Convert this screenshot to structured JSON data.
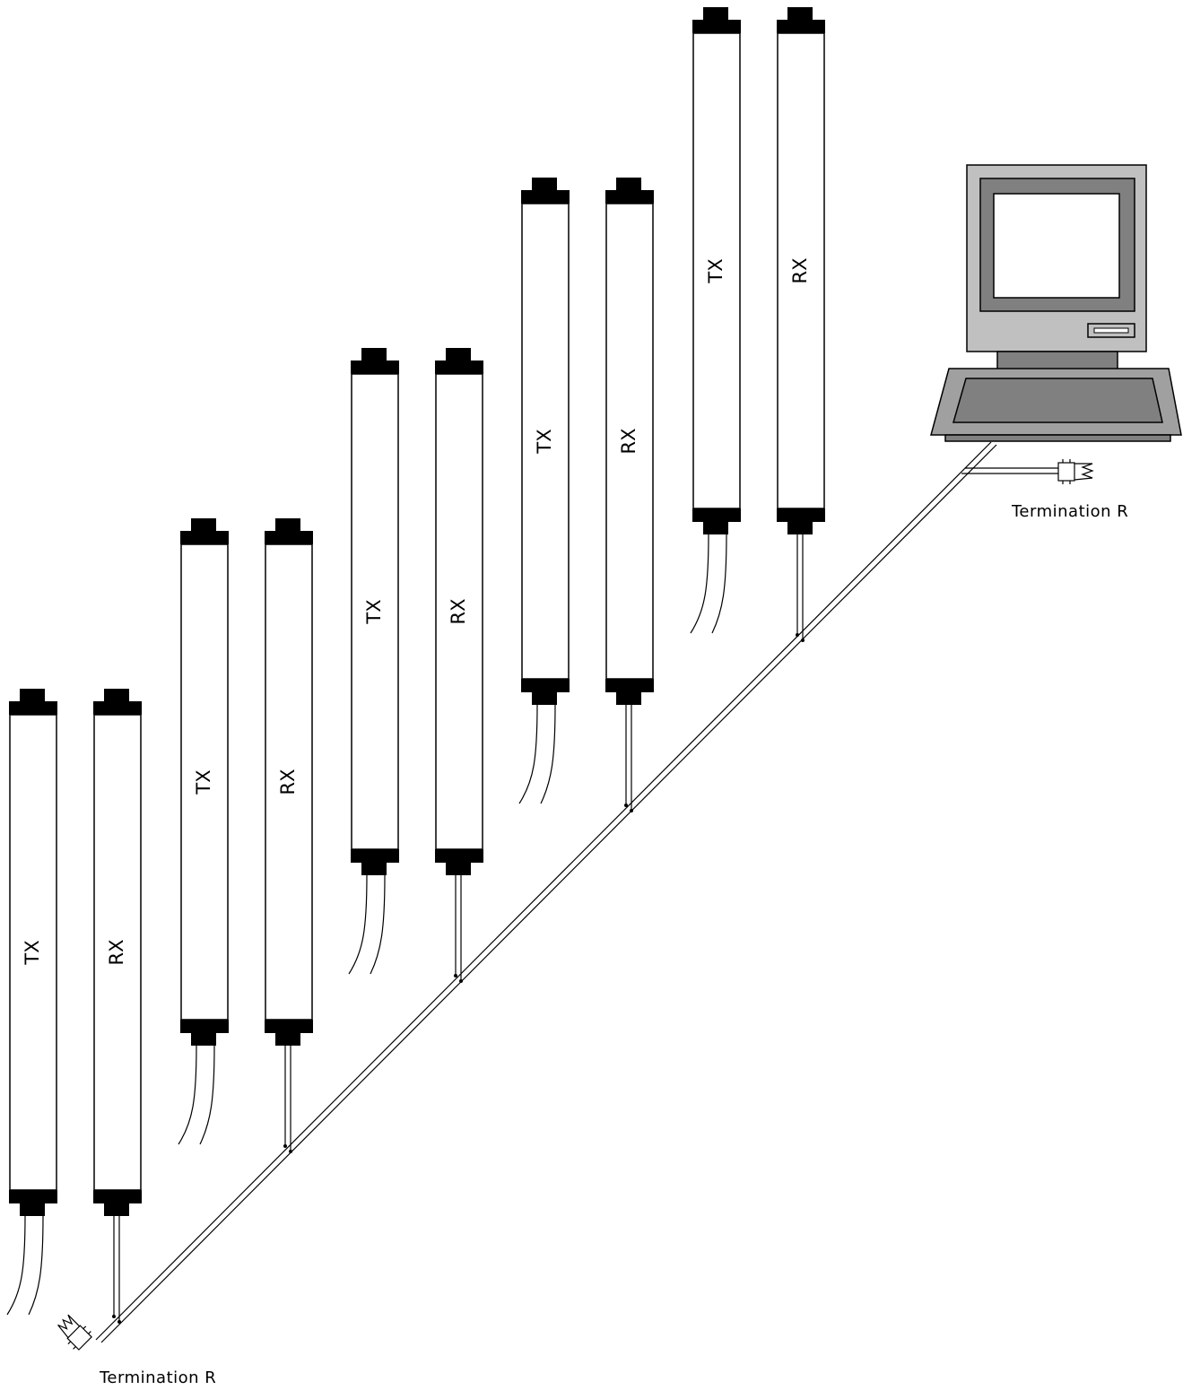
{
  "diagram": {
    "colors": {
      "line": "#000000",
      "cap": "#000000",
      "monitor_case": "#c0c0c0",
      "monitor_bezel": "#808080",
      "screen": "#ffffff",
      "keyboard_tray": "#a0a0a0",
      "keyboard_keys": "#808080"
    },
    "units": [
      {
        "tx_label": "TX",
        "rx_label": "RX"
      },
      {
        "tx_label": "TX",
        "rx_label": "RX"
      },
      {
        "tx_label": "TX",
        "rx_label": "RX"
      },
      {
        "tx_label": "TX",
        "rx_label": "RX"
      },
      {
        "tx_label": "TX",
        "rx_label": "RX"
      }
    ],
    "terminations": {
      "start_label": "Termination R",
      "end_label": "Termination R"
    },
    "icons": [
      "computer-icon",
      "resistor-icon"
    ]
  }
}
